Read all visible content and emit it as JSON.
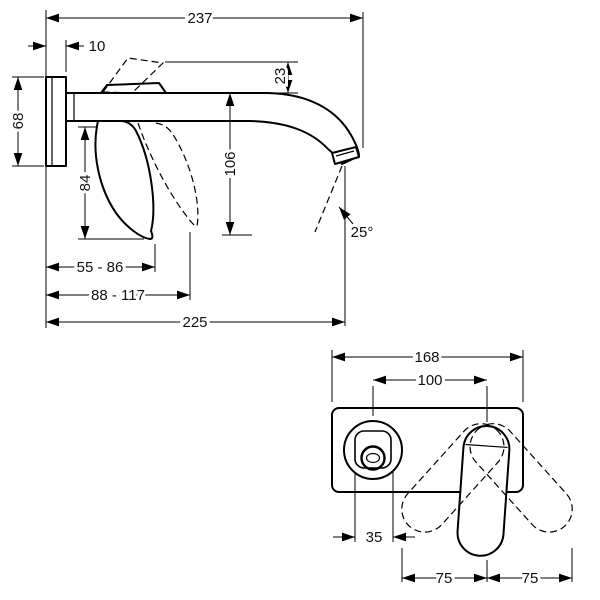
{
  "colors": {
    "line": "#000000",
    "background": "#ffffff"
  },
  "side_view": {
    "dims": {
      "overall_projection": "237",
      "wall_plate_thickness": "10",
      "wall_plate_height": "68",
      "spout_drop": "23",
      "outlet_height": "106",
      "lever_drop": "84",
      "spray_angle": "25°",
      "lever_reach_min": "55 - 86",
      "lever_reach_max": "88 - 117",
      "spout_reach": "225"
    }
  },
  "front_view": {
    "dims": {
      "body_width": "168",
      "center_distance": "100",
      "outlet_width": "35",
      "swing_left": "75",
      "swing_right": "75"
    }
  }
}
